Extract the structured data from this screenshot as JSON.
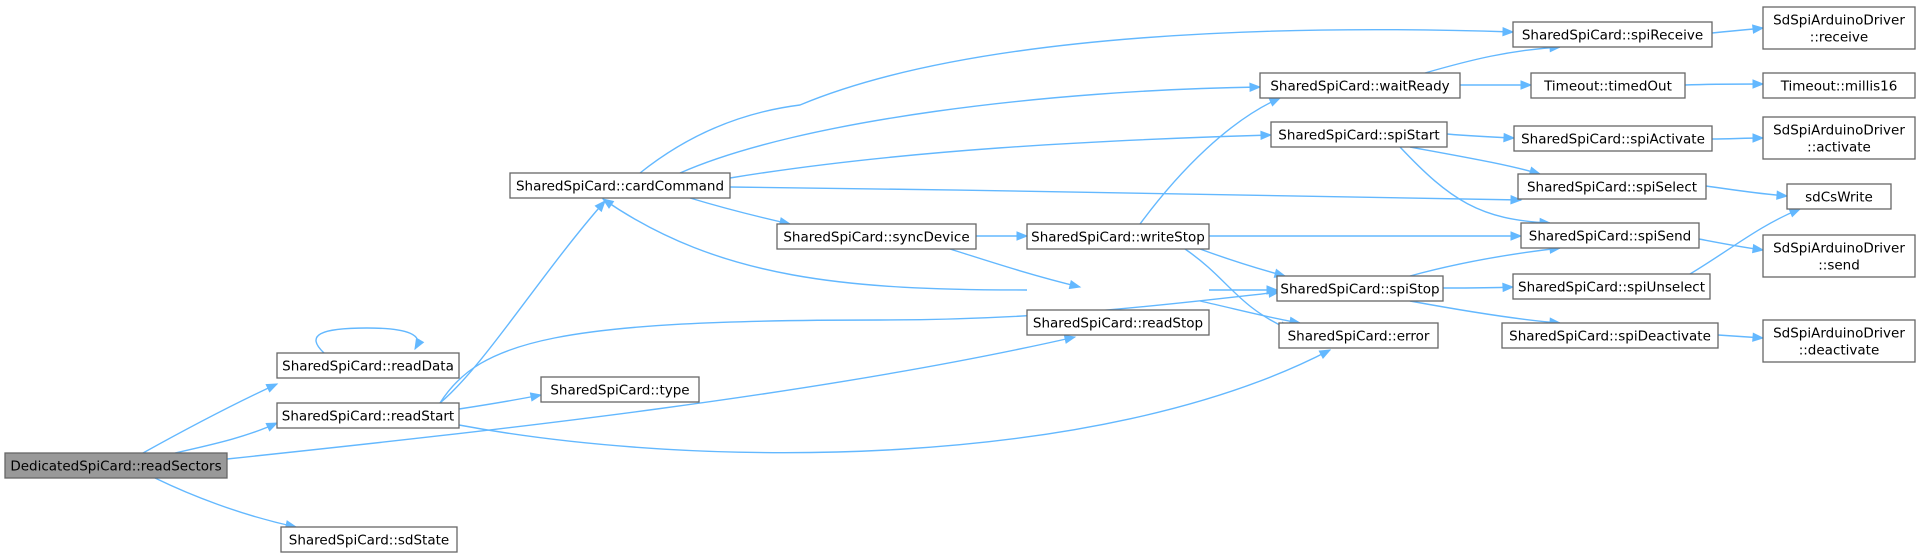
{
  "diagram": {
    "root": "DedicatedSpiCard::readSectors",
    "nodes": [
      {
        "id": "readSectors",
        "lines": [
          "DedicatedSpiCard::readSectors"
        ],
        "root": true
      },
      {
        "id": "readData",
        "lines": [
          "SharedSpiCard::readData"
        ]
      },
      {
        "id": "readStart",
        "lines": [
          "SharedSpiCard::readStart"
        ]
      },
      {
        "id": "sdState",
        "lines": [
          "SharedSpiCard::sdState"
        ]
      },
      {
        "id": "cardCommand",
        "lines": [
          "SharedSpiCard::cardCommand"
        ]
      },
      {
        "id": "type",
        "lines": [
          "SharedSpiCard::type"
        ]
      },
      {
        "id": "syncDevice",
        "lines": [
          "SharedSpiCard::syncDevice"
        ]
      },
      {
        "id": "writeStop",
        "lines": [
          "SharedSpiCard::writeStop"
        ]
      },
      {
        "id": "readStop",
        "lines": [
          "SharedSpiCard::readStop"
        ]
      },
      {
        "id": "waitReady",
        "lines": [
          "SharedSpiCard::waitReady"
        ]
      },
      {
        "id": "spiStart",
        "lines": [
          "SharedSpiCard::spiStart"
        ]
      },
      {
        "id": "spiStop",
        "lines": [
          "SharedSpiCard::spiStop"
        ]
      },
      {
        "id": "error",
        "lines": [
          "SharedSpiCard::error"
        ]
      },
      {
        "id": "spiReceive",
        "lines": [
          "SharedSpiCard::spiReceive"
        ]
      },
      {
        "id": "timedOut",
        "lines": [
          "Timeout::timedOut"
        ]
      },
      {
        "id": "spiActivate",
        "lines": [
          "SharedSpiCard::spiActivate"
        ]
      },
      {
        "id": "spiSelect",
        "lines": [
          "SharedSpiCard::spiSelect"
        ]
      },
      {
        "id": "spiSend",
        "lines": [
          "SharedSpiCard::spiSend"
        ]
      },
      {
        "id": "spiUnselect",
        "lines": [
          "SharedSpiCard::spiUnselect"
        ]
      },
      {
        "id": "spiDeactivate",
        "lines": [
          "SharedSpiCard::spiDeactivate"
        ]
      },
      {
        "id": "receive",
        "lines": [
          "SdSpiArduinoDriver",
          "::receive"
        ]
      },
      {
        "id": "millis16",
        "lines": [
          "Timeout::millis16"
        ]
      },
      {
        "id": "activate",
        "lines": [
          "SdSpiArduinoDriver",
          "::activate"
        ]
      },
      {
        "id": "sdCsWrite",
        "lines": [
          "sdCsWrite"
        ]
      },
      {
        "id": "send",
        "lines": [
          "SdSpiArduinoDriver",
          "::send"
        ]
      },
      {
        "id": "deactivate",
        "lines": [
          "SdSpiArduinoDriver",
          "::deactivate"
        ]
      }
    ],
    "edges": [
      {
        "from": "readSectors",
        "to": "readData"
      },
      {
        "from": "readSectors",
        "to": "readStart"
      },
      {
        "from": "readSectors",
        "to": "readStop"
      },
      {
        "from": "readSectors",
        "to": "sdState"
      },
      {
        "from": "readData",
        "to": "readData"
      },
      {
        "from": "readStart",
        "to": "cardCommand"
      },
      {
        "from": "readStart",
        "to": "type"
      },
      {
        "from": "readStart",
        "to": "spiStop"
      },
      {
        "from": "readStart",
        "to": "error"
      },
      {
        "from": "cardCommand",
        "to": "spiReceive"
      },
      {
        "from": "cardCommand",
        "to": "waitReady"
      },
      {
        "from": "cardCommand",
        "to": "spiStart"
      },
      {
        "from": "cardCommand",
        "to": "spiSend"
      },
      {
        "from": "cardCommand",
        "to": "syncDevice"
      },
      {
        "from": "syncDevice",
        "to": "writeStop"
      },
      {
        "from": "syncDevice",
        "to": "readStop"
      },
      {
        "from": "writeStop",
        "to": "waitReady"
      },
      {
        "from": "writeStop",
        "to": "spiSend"
      },
      {
        "from": "writeStop",
        "to": "spiStop"
      },
      {
        "from": "writeStop",
        "to": "error"
      },
      {
        "from": "readStop",
        "to": "cardCommand"
      },
      {
        "from": "readStop",
        "to": "spiStop"
      },
      {
        "from": "readStop",
        "to": "error"
      },
      {
        "from": "waitReady",
        "to": "spiReceive"
      },
      {
        "from": "waitReady",
        "to": "timedOut"
      },
      {
        "from": "spiStart",
        "to": "spiActivate"
      },
      {
        "from": "spiStart",
        "to": "spiSelect"
      },
      {
        "from": "spiStart",
        "to": "spiSend"
      },
      {
        "from": "spiStop",
        "to": "spiSend"
      },
      {
        "from": "spiStop",
        "to": "spiUnselect"
      },
      {
        "from": "spiStop",
        "to": "spiDeactivate"
      },
      {
        "from": "spiReceive",
        "to": "receive"
      },
      {
        "from": "timedOut",
        "to": "millis16"
      },
      {
        "from": "spiActivate",
        "to": "activate"
      },
      {
        "from": "spiSelect",
        "to": "sdCsWrite"
      },
      {
        "from": "spiSend",
        "to": "send"
      },
      {
        "from": "spiUnselect",
        "to": "sdCsWrite"
      },
      {
        "from": "spiDeactivate",
        "to": "deactivate"
      }
    ],
    "colors": {
      "edge": "#63b8ff",
      "node_border": "#666666",
      "node_fill": "#ffffff",
      "root_fill": "#999999",
      "text": "#000000"
    }
  }
}
